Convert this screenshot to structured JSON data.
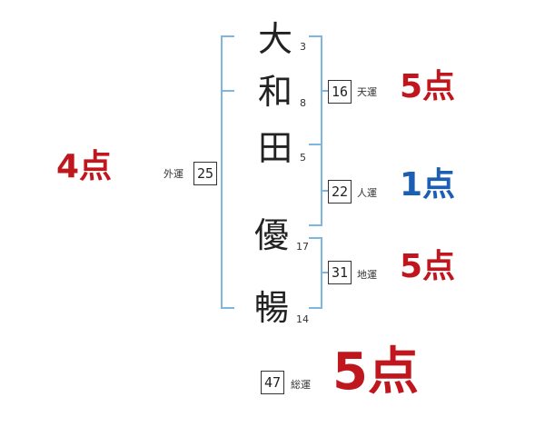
{
  "name_chars": [
    {
      "char": "大",
      "strokes": "3"
    },
    {
      "char": "和",
      "strokes": "8"
    },
    {
      "char": "田",
      "strokes": "5"
    },
    {
      "char": "優",
      "strokes": "17"
    },
    {
      "char": "暢",
      "strokes": "14"
    }
  ],
  "fortunes": {
    "tenkaku": {
      "label": "天運",
      "value": "16",
      "score": "5点"
    },
    "jinkaku": {
      "label": "人運",
      "value": "22",
      "score": "1点"
    },
    "chikaku": {
      "label": "地運",
      "value": "31",
      "score": "5点"
    },
    "gaikaku": {
      "label": "外運",
      "value": "25",
      "score": "4点"
    },
    "soukaku": {
      "label": "総運",
      "value": "47",
      "score": "5点"
    }
  },
  "colors": {
    "bracket": "#7fb6dd",
    "score_good": "#c0161d",
    "score_bad": "#1a5fb4"
  }
}
